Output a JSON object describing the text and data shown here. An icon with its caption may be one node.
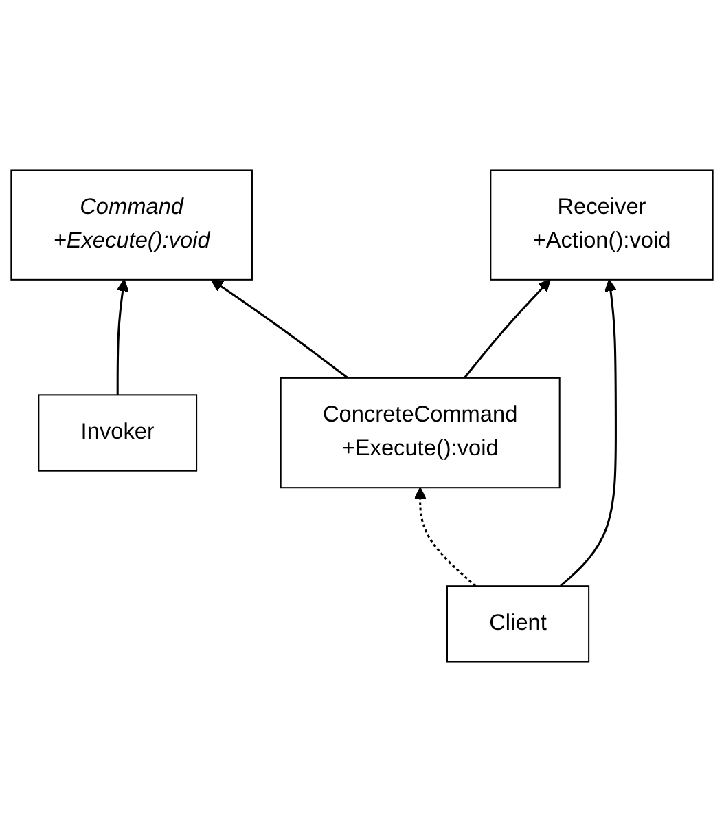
{
  "diagram": {
    "nodes": [
      {
        "text": [
          "Invoker"
        ]
      },
      {
        "text": [
          "Command",
          "+Execute():void"
        ]
      },
      {
        "text": [
          "Receiver",
          "+Action():void"
        ]
      },
      {
        "text": [
          "ConcreteCommand",
          "+Execute():void"
        ]
      },
      {
        "text": [
          "Client"
        ]
      }
    ],
    "edges": [
      {
        "from": 0,
        "to": 1,
        "arrow": "to"
      },
      {
        "from": 3,
        "to": 1,
        "arrow": "to"
      },
      {
        "from": 3,
        "to": 2,
        "arrow": "to"
      },
      {
        "from": 4,
        "to": 2,
        "arrow": "to"
      },
      {
        "from": 4,
        "to": 3,
        "arrow": "to",
        "style": "dashed"
      }
    ]
  }
}
